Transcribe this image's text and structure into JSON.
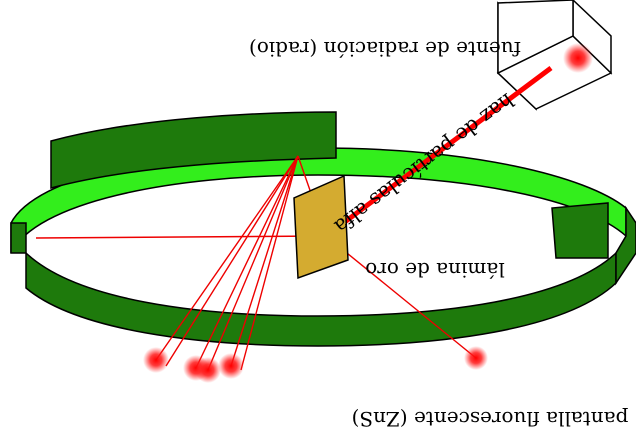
{
  "labels": {
    "source": "fuente de radiación (radio)",
    "beam": "haz de partículas alfa",
    "foil": "lámina de oro",
    "screen": "pantalla fluorescente (ZnS)"
  },
  "colors": {
    "screen_outer": "#1e7a0c",
    "screen_inner": "#33ee1c",
    "foil": "#d4ab30",
    "beam": "#ff0000",
    "ray": "#ee0000",
    "glow": "#ff1a1a"
  }
}
